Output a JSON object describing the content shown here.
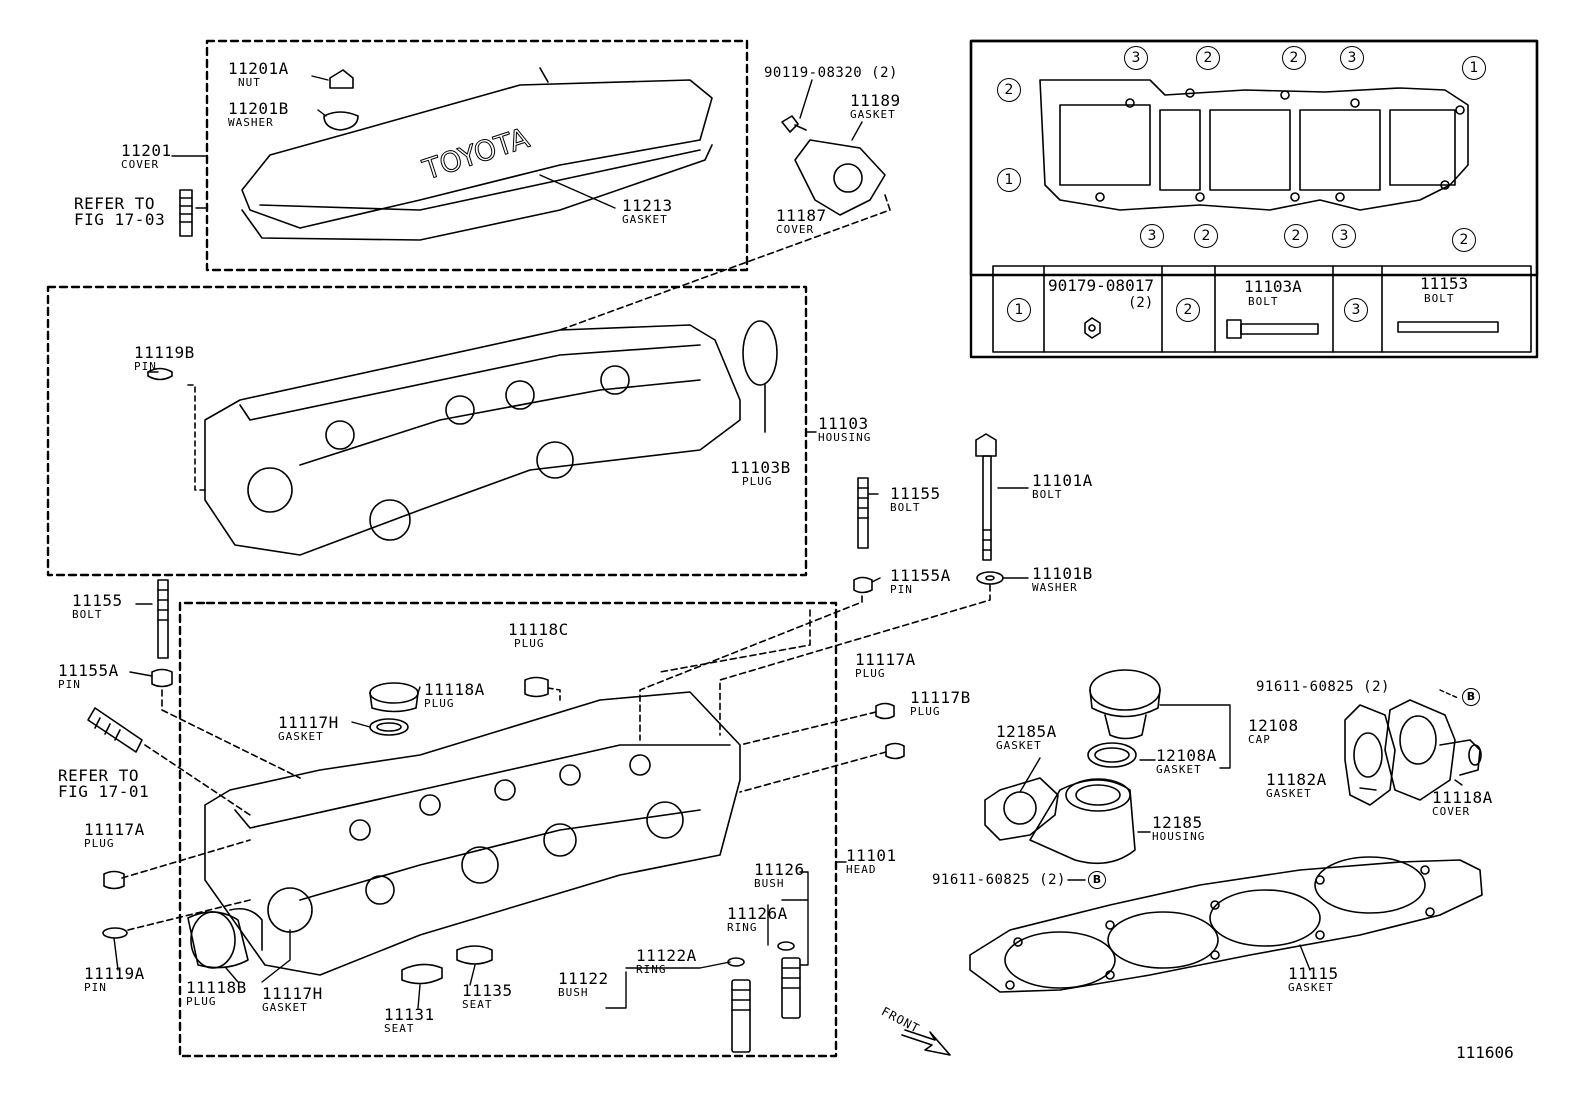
{
  "figure_number": "111606",
  "front_label": "FRONT",
  "parts": [
    {
      "id": "p11201A",
      "number": "11201A",
      "name": "NUT"
    },
    {
      "id": "p11201B",
      "number": "11201B",
      "name": "WASHER"
    },
    {
      "id": "p11201",
      "number": "11201",
      "name": "COVER"
    },
    {
      "id": "p11213",
      "number": "11213",
      "name": "GASKET"
    },
    {
      "id": "p90119",
      "number": "90119-08320 (2)",
      "name": ""
    },
    {
      "id": "p11189",
      "number": "11189",
      "name": "GASKET"
    },
    {
      "id": "p11187",
      "number": "11187",
      "name": "COVER"
    },
    {
      "id": "p11119B",
      "number": "11119B",
      "name": "PIN"
    },
    {
      "id": "p11103",
      "number": "11103",
      "name": "HOUSING"
    },
    {
      "id": "p11103B",
      "number": "11103B",
      "name": "PLUG"
    },
    {
      "id": "p11155_r",
      "number": "11155",
      "name": "BOLT"
    },
    {
      "id": "p11155A_r",
      "number": "11155A",
      "name": "PIN"
    },
    {
      "id": "p11101A",
      "number": "11101A",
      "name": "BOLT"
    },
    {
      "id": "p11101B",
      "number": "11101B",
      "name": "WASHER"
    },
    {
      "id": "p11155_l",
      "number": "11155",
      "name": "BOLT"
    },
    {
      "id": "p11155A_l",
      "number": "11155A",
      "name": "PIN"
    },
    {
      "id": "p11118C",
      "number": "11118C",
      "name": "PLUG"
    },
    {
      "id": "p11118A_t",
      "number": "11118A",
      "name": "PLUG"
    },
    {
      "id": "p11117H_t",
      "number": "11117H",
      "name": "GASKET"
    },
    {
      "id": "p11117A_r",
      "number": "11117A",
      "name": "PLUG"
    },
    {
      "id": "p11117B",
      "number": "11117B",
      "name": "PLUG"
    },
    {
      "id": "p11117A_l",
      "number": "11117A",
      "name": "PLUG"
    },
    {
      "id": "p11119A",
      "number": "11119A",
      "name": "PIN"
    },
    {
      "id": "p11118B",
      "number": "11118B",
      "name": "PLUG"
    },
    {
      "id": "p11117H_b",
      "number": "11117H",
      "name": "GASKET"
    },
    {
      "id": "p11131",
      "number": "11131",
      "name": "SEAT"
    },
    {
      "id": "p11135",
      "number": "11135",
      "name": "SEAT"
    },
    {
      "id": "p11122",
      "number": "11122",
      "name": "BUSH"
    },
    {
      "id": "p11122A",
      "number": "11122A",
      "name": "RING"
    },
    {
      "id": "p11126",
      "number": "11126",
      "name": "BUSH"
    },
    {
      "id": "p11126A",
      "number": "11126A",
      "name": "RING"
    },
    {
      "id": "p11101",
      "number": "11101",
      "name": "HEAD"
    },
    {
      "id": "p12185A",
      "number": "12185A",
      "name": "GASKET"
    },
    {
      "id": "p12108",
      "number": "12108",
      "name": "CAP"
    },
    {
      "id": "p12108A",
      "number": "12108A",
      "name": "GASKET"
    },
    {
      "id": "p12185",
      "number": "12185",
      "name": "HOUSING"
    },
    {
      "id": "p91611_b",
      "number": "91611-60825 (2)",
      "name": ""
    },
    {
      "id": "p91611_t",
      "number": "91611-60825 (2)",
      "name": ""
    },
    {
      "id": "p11182A",
      "number": "11182A",
      "name": "GASKET"
    },
    {
      "id": "p11118A_r",
      "number": "11118A",
      "name": "COVER"
    },
    {
      "id": "p11115",
      "number": "11115",
      "name": "GASKET"
    }
  ],
  "refs": [
    {
      "id": "ref1",
      "line1": "REFER TO",
      "line2": "FIG 17-03"
    },
    {
      "id": "ref2",
      "line1": "REFER TO",
      "line2": "FIG 17-01"
    }
  ],
  "legend": [
    {
      "key": "1",
      "number": "90179-08017",
      "qty": "(2)"
    },
    {
      "key": "2",
      "number": "11103A",
      "name": "BOLT"
    },
    {
      "key": "3",
      "number": "11153",
      "name": "BOLT"
    }
  ],
  "callout_symbol": "B"
}
